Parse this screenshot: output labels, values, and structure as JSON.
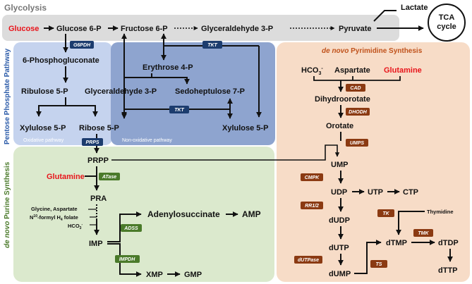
{
  "colors": {
    "glycolysis_band": "#dcdcdc",
    "ppp_light": "#c5d3ee",
    "ppp_dark": "#8ea4cf",
    "purine_bg": "#dbe9cd",
    "pyrimidine_bg": "#f7dcc7",
    "enzyme_navy": "#1c3c6e",
    "enzyme_green": "#4a7a2a",
    "enzyme_brown": "#8b3a12",
    "highlight_red": "#e8151b",
    "pyrimidine_title": "#c0521b",
    "ppp_title": "#2a5aa8",
    "purine_title": "#4a7a2a"
  },
  "sections": {
    "glycolysis": "Glycolysis",
    "ppp": "Pentose Phosphate Pathway",
    "oxidative": "Oxidative pathway",
    "non_oxidative": "Non-oxidative pathway",
    "pyrimidine_prefix": "de novo",
    "pyrimidine_rest": " Pyrimidine Synthesis",
    "purine_prefix": "de novo",
    "purine_rest": " Purine Synthesis"
  },
  "metabolites": {
    "glucose": "Glucose",
    "glucose6p": "Glucose 6-P",
    "fructose6p": "Fructose 6-P",
    "glyceraldehyde3p_top": "Glyceraldehyde 3-P",
    "pyruvate": "Pyruvate",
    "lactate": "Lactate",
    "tca1": "TCA",
    "tca2": "cycle",
    "phosphogluconate": "6-Phosphogluconate",
    "ribulose5p": "Ribulose 5-P",
    "xylulose5p_left": "Xylulose 5-P",
    "ribose5p": "Ribose 5-P",
    "erythrose4p": "Erythrose 4-P",
    "glyceraldehyde3p_mid": "Glyceraldehyde 3-P",
    "sedoheptulose7p": "Sedoheptulose 7-P",
    "xylulose5p_right": "Xylulose 5-P",
    "prpp": "PRPP",
    "glutamine_purine": "Glutamine",
    "pra": "PRA",
    "gly_asp": "Glycine, Aspartate",
    "formyl_a": "N",
    "formyl_sup": "10",
    "formyl_b": "-formyl H",
    "formyl_sub": "4",
    "formyl_c": " folate",
    "hco3_purine": "HCO",
    "hco3_purine_sub": "3",
    "hco3_purine_sup": "-",
    "adenylosuccinate": "Adenylosuccinate",
    "amp": "AMP",
    "imp": "IMP",
    "xmp": "XMP",
    "gmp": "GMP",
    "hco3_pyr": "HCO",
    "hco3_pyr_sub": "3",
    "hco3_pyr_sup": "-",
    "aspartate": "Aspartate",
    "glutamine_pyr": "Glutamine",
    "dihydroorotate": "Dihydroorotate",
    "orotate": "Orotate",
    "ump": "UMP",
    "udp": "UDP",
    "utp": "UTP",
    "ctp": "CTP",
    "dudp": "dUDP",
    "dutp": "dUTP",
    "dump": "dUMP",
    "thymidine": "Thymidine",
    "dtmp": "dTMP",
    "dtdp": "dTDP",
    "dttp": "dTTP"
  },
  "enzymes": {
    "g6pdh": "G6PDH",
    "tkt_top": "TKT",
    "tkt_mid": "TKT",
    "prps": "PRPS",
    "atase": "ATase",
    "adss": "ADSS",
    "impdh": "IMPDH",
    "cad": "CAD",
    "dhodh": "DHODH",
    "umps": "UMPS",
    "cmpk": "CMPK",
    "rr12": "RR1/2",
    "tk": "TK",
    "tmk": "TMK",
    "dutpase": "dUTPase",
    "ts": "TS"
  }
}
